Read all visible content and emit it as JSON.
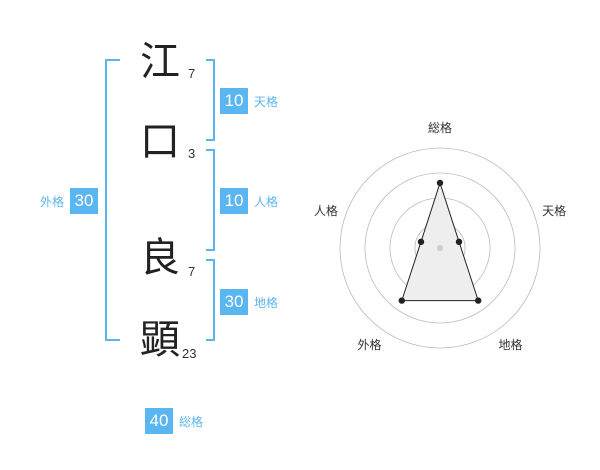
{
  "name": {
    "chars": [
      {
        "char": "江",
        "strokes": "7"
      },
      {
        "char": "口",
        "strokes": "3"
      },
      {
        "char": "良",
        "strokes": "7"
      },
      {
        "char": "顕",
        "strokes": "23"
      }
    ]
  },
  "fortune": {
    "tenkaku": {
      "value": "10",
      "label": "天格"
    },
    "jinkaku": {
      "value": "10",
      "label": "人格"
    },
    "chikaku": {
      "value": "30",
      "label": "地格"
    },
    "gaikaku": {
      "value": "30",
      "label": "外格"
    },
    "soukaku": {
      "value": "40",
      "label": "総格"
    }
  },
  "radar": {
    "axes": [
      "総格",
      "天格",
      "地格",
      "外格",
      "人格"
    ],
    "values": [
      0.65,
      0.2,
      0.65,
      0.65,
      0.2
    ],
    "max": 1.0,
    "rings": 4,
    "colors": {
      "ring": "#bbbbbb",
      "fill": "#eeeeee",
      "line": "#222222",
      "center": "#cccccc"
    }
  },
  "colors": {
    "accent": "#5ab6f0",
    "text": "#222222"
  }
}
